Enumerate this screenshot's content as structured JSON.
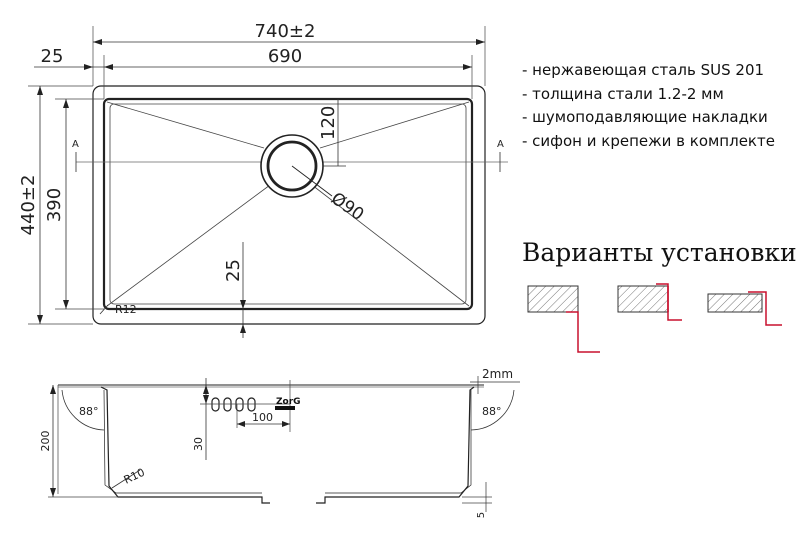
{
  "top_view": {
    "overall_width": "740±2",
    "inner_width": "690",
    "rim_width": "25",
    "overall_depth": "440±2",
    "inner_depth": "390",
    "drain_offset": "120",
    "drain_diameter": "Ø90",
    "bottom_offset": "25",
    "corner_radius": "R12",
    "section_mark": "A"
  },
  "features": [
    "- нержавеющая сталь SUS 201",
    "- толщина стали 1.2-2 мм",
    "- шумоподавляющие накладки",
    "- сифон и крепежи в комплекте"
  ],
  "installation": {
    "title": "Варианты установки",
    "variants": [
      "undermount",
      "flush",
      "overmount"
    ],
    "accent_color": "#c8102e"
  },
  "section_view": {
    "angle_left": "88°",
    "angle_right": "88°",
    "height": "200",
    "overflow_height": "30",
    "overflow_offset": "100",
    "inner_radius": "R10",
    "thickness": "2mm",
    "bottom_step": "5",
    "brand_logo": "ZorG"
  }
}
